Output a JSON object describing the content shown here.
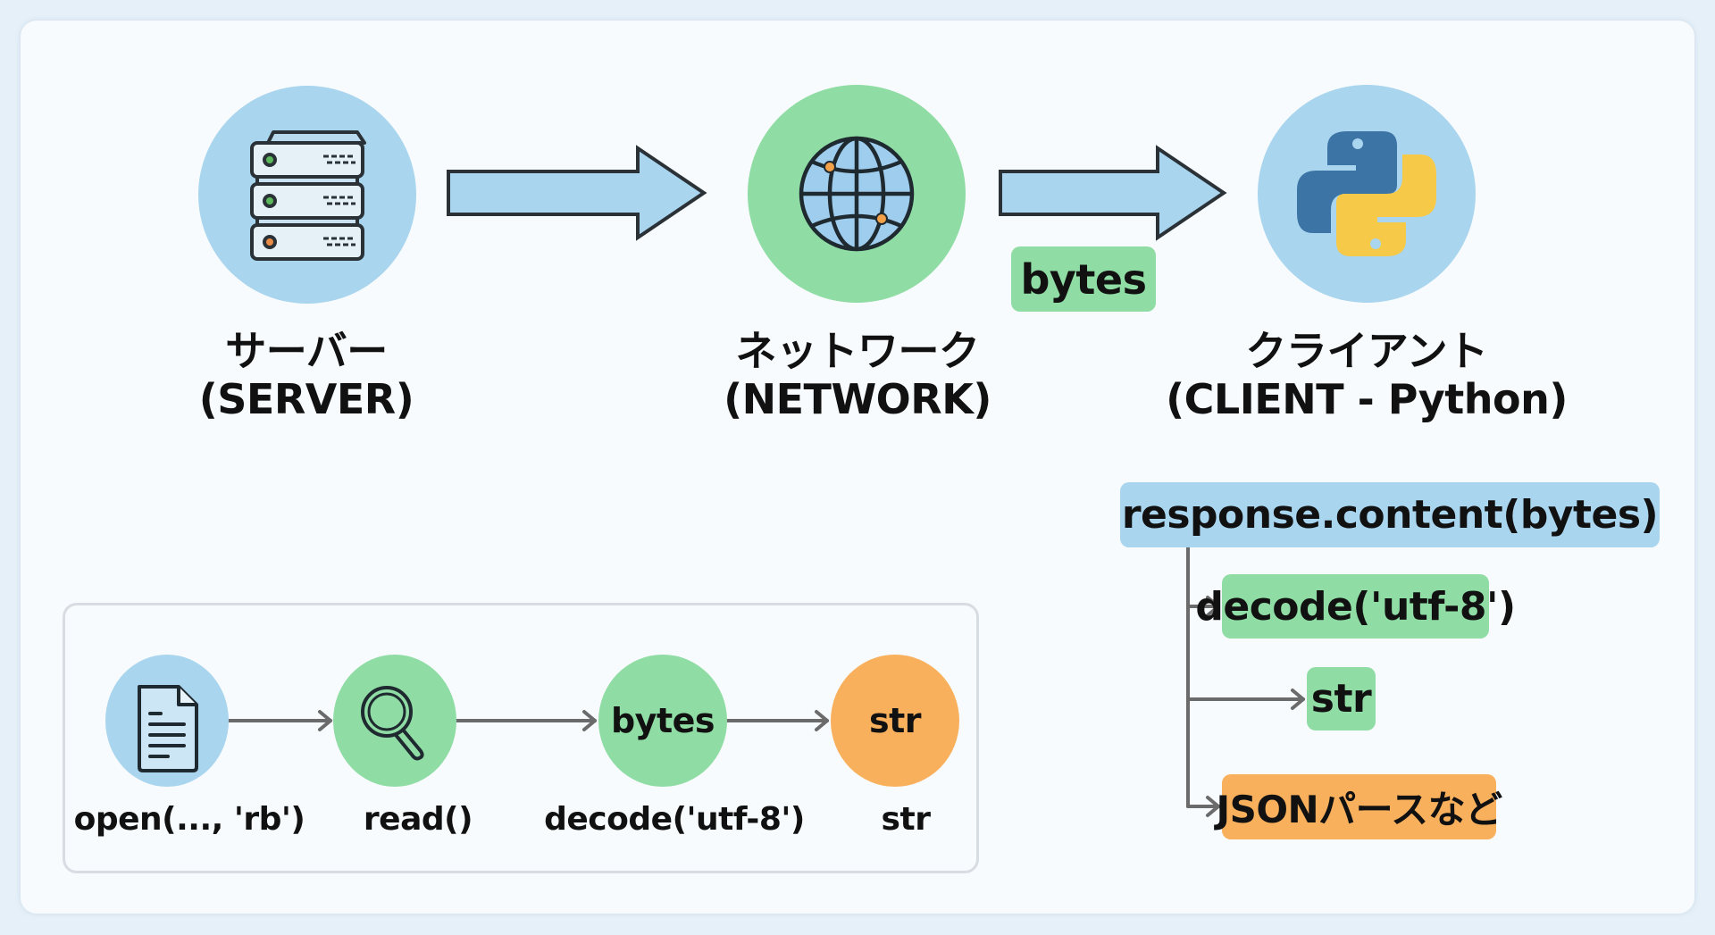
{
  "top_flow": {
    "nodes": [
      {
        "id": "server",
        "icon": "server-icon",
        "label_ja": "サーバー",
        "label_en": "(SERVER)",
        "color": "#a9d5ee"
      },
      {
        "id": "network",
        "icon": "globe-icon",
        "label_ja": "ネットワーク",
        "label_en": "(NETWORK)",
        "color": "#8fdca4"
      },
      {
        "id": "client",
        "icon": "python-logo-icon",
        "label_ja": "クライアント",
        "label_en": "(CLIENT - Python)",
        "color": "#a9d5ee"
      }
    ],
    "transfer_badge": "bytes"
  },
  "client_tree": {
    "root": "response.content(bytes)",
    "branches": [
      {
        "label": "decode('utf-8')",
        "color": "#8fdca4"
      },
      {
        "label": "str",
        "color": "#8fdca4"
      },
      {
        "label": "JSONパースなど",
        "color": "#f9b05d"
      }
    ]
  },
  "file_flow": {
    "steps": [
      {
        "icon": "document-icon",
        "node_text": "",
        "caption": "open(..., 'rb')",
        "color": "#a9d5ee"
      },
      {
        "icon": "magnifier-icon",
        "node_text": "",
        "caption": "read()",
        "color": "#8fdca4"
      },
      {
        "icon": "",
        "node_text": "bytes",
        "caption": "decode('utf-8')",
        "color": "#8fdca4"
      },
      {
        "icon": "",
        "node_text": "str",
        "caption": "str",
        "color": "#f9b05d"
      }
    ]
  },
  "colors": {
    "blue": "#a9d5ee",
    "green": "#8fdca4",
    "orange": "#f9b05d",
    "outline": "#2a3238",
    "connector": "#6b6b6b"
  }
}
